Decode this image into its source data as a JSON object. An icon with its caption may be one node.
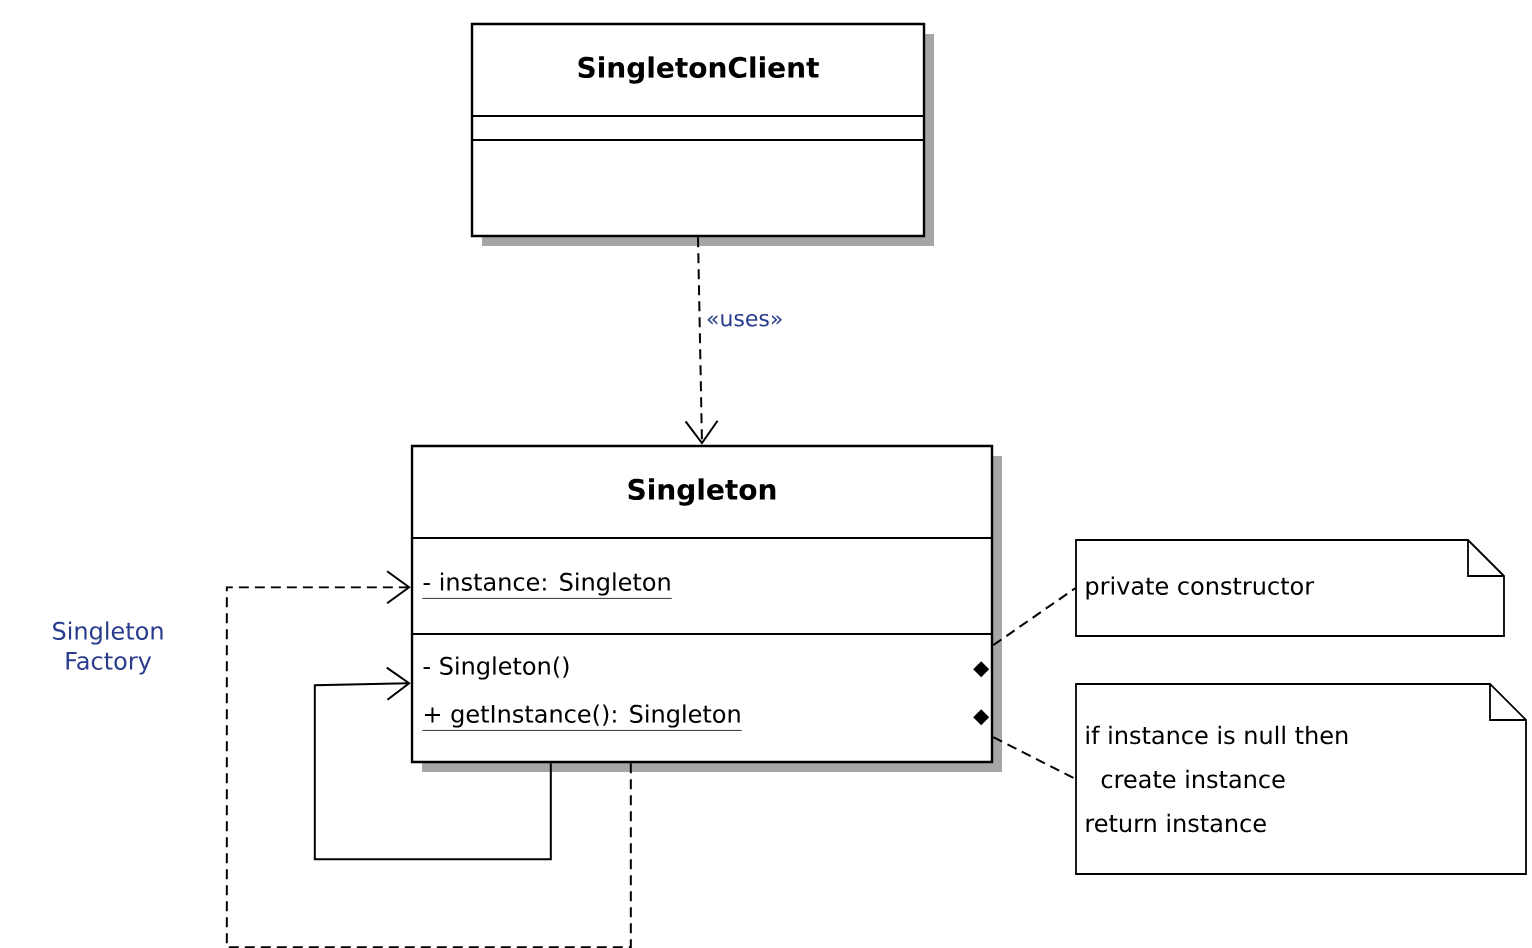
{
  "diagram": {
    "nodes": [
      {
        "text": [
          "SingletonClient"
        ]
      },
      {
        "text": [
          "Singleton",
          "- instance: Singleton",
          "- Singleton()",
          "+ getInstance(): Singleton"
        ]
      },
      {
        "text": [
          "private constructor"
        ]
      },
      {
        "text": [
          "if instance is null then",
          "create instance",
          "return instance"
        ]
      }
    ],
    "edges": [
      {
        "from": 0,
        "to": 1,
        "arrow": "to",
        "style": "dashed",
        "label": "«uses»"
      },
      {
        "from": 1,
        "to": 1,
        "arrow": "to"
      },
      {
        "from": 1,
        "to": 1,
        "arrow": "to",
        "style": "dashed"
      },
      {
        "from": 1,
        "to": 2,
        "arrow": "none",
        "style": "dashed"
      },
      {
        "from": 1,
        "to": 3,
        "arrow": "none",
        "style": "dashed"
      }
    ],
    "labels": [
      "Singleton Factory"
    ]
  }
}
